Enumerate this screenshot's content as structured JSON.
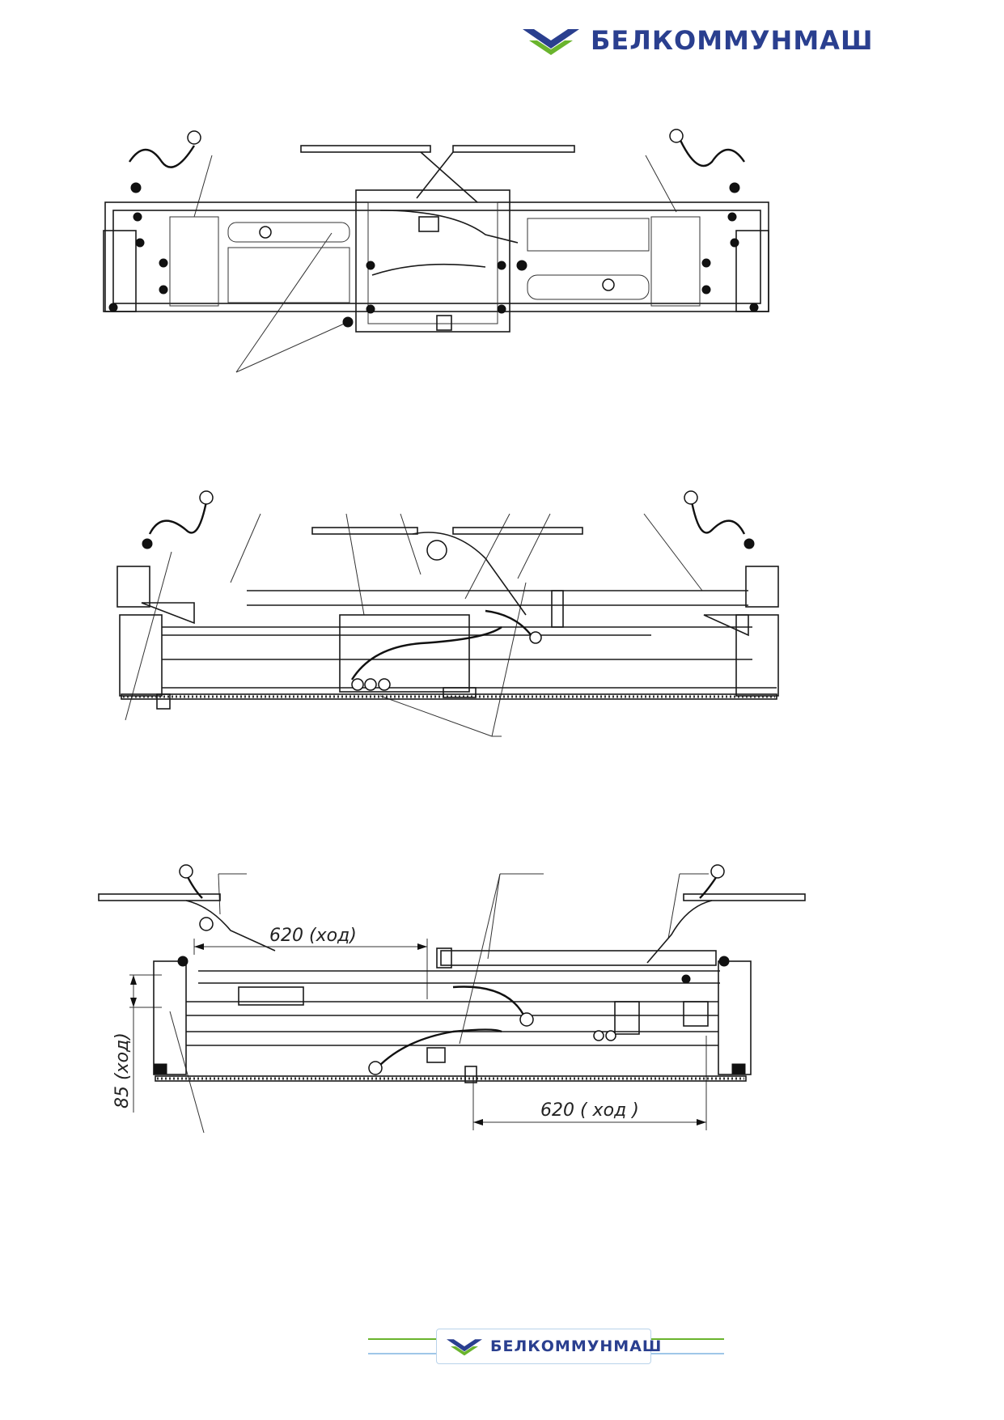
{
  "header": {
    "brand_name": "БЕЛКОММУНМАШ",
    "logo_icon": "belkommunmash-chevron-logo",
    "logo_colors": {
      "blue": "#2a3f8f",
      "green": "#6ab42d"
    }
  },
  "views": {
    "dimension_top": "620 (ход)",
    "dimension_bottom": "620 ( ход )",
    "dimension_vertical": "85 (ход)"
  },
  "footer": {
    "brand_name": "БЕЛКОММУНМАШ",
    "logo_icon": "belkommunmash-chevron-logo"
  }
}
